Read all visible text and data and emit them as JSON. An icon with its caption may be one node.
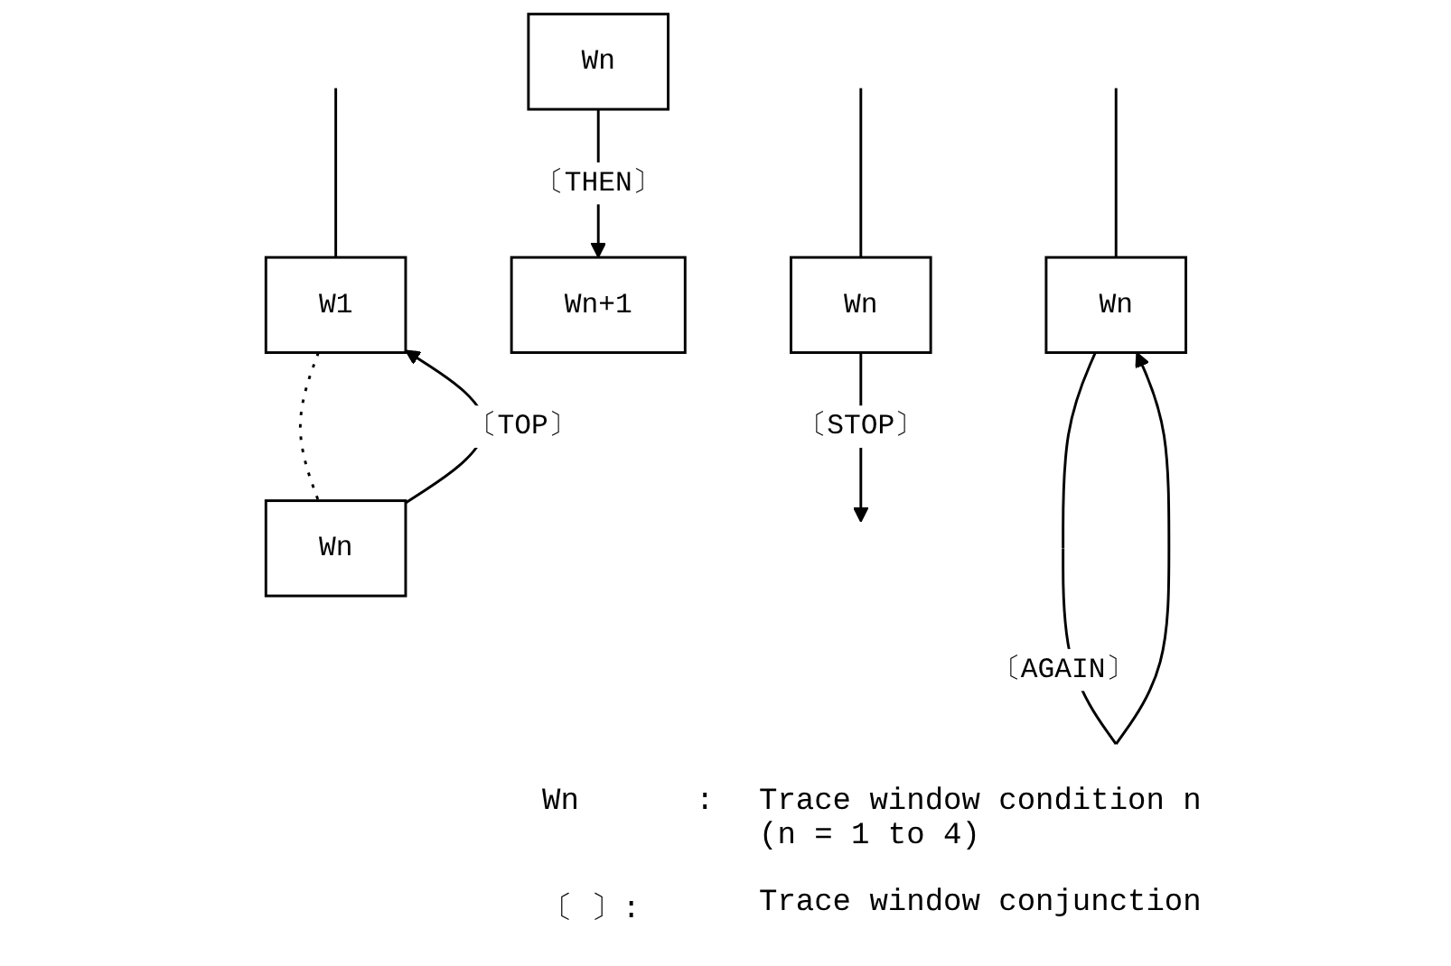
{
  "diagram": {
    "nodes": [
      {
        "text": [
          "Wn"
        ]
      },
      {
        "text": [
          "Wn"
        ]
      },
      {
        "text": [
          "Wn+1"
        ]
      },
      {
        "text": [
          "Wn"
        ]
      },
      {
        "text": [
          "W1"
        ]
      },
      {
        "text": [
          "Wn"
        ]
      }
    ],
    "edges": [
      {
        "from": null,
        "to": 0,
        "arrow": "none"
      },
      {
        "from": 0,
        "to": null,
        "arrow": "to",
        "label": "〔STOP〕"
      },
      {
        "from": 1,
        "to": 2,
        "arrow": "to",
        "label": "〔THEN〕"
      },
      {
        "from": null,
        "to": 3,
        "arrow": "none"
      },
      {
        "from": null,
        "to": 4,
        "arrow": "none"
      },
      {
        "from": 4,
        "to": 5,
        "arrow": "none",
        "style": "dashed"
      },
      {
        "from": 5,
        "to": 4,
        "arrow": "to",
        "label": "〔TOP〕"
      },
      {
        "from": 3,
        "to": 3,
        "arrow": "to",
        "label": "〔AGAIN〕"
      }
    ],
    "labels": [
      "Wn",
      ":",
      "Trace window condition n (n = 1 to 4)",
      "〔 〕:",
      "Trace window conjunction"
    ]
  }
}
